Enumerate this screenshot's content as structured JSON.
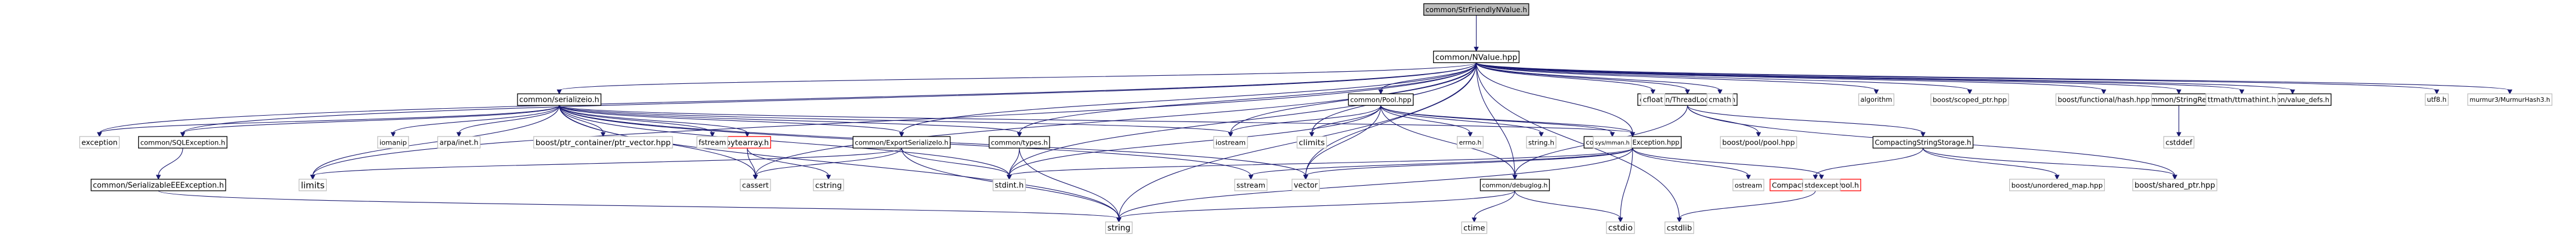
{
  "graph": {
    "nodes": [
      {
        "id": "n_root",
        "label": "common/StrFriendlyNValue.h",
        "kind": "root"
      },
      {
        "id": "n_nvalue",
        "label": "common/NValue.hpp",
        "kind": "doc"
      },
      {
        "id": "n_serializeio",
        "label": "common/serializeio.h",
        "kind": "doc"
      },
      {
        "id": "n_pool",
        "label": "common/Pool.hpp",
        "kind": "doc"
      },
      {
        "id": "n_tlp",
        "label": "common/ThreadLocalPool.h",
        "kind": "doc"
      },
      {
        "id": "n_strref",
        "label": "common/StringRef.h",
        "kind": "doc"
      },
      {
        "id": "n_valuedefs",
        "label": "common/value_defs.h",
        "kind": "doc"
      },
      {
        "id": "n_sqlexc",
        "label": "common/SQLException.h",
        "kind": "doc"
      },
      {
        "id": "n_bytearray",
        "label": "bytearray.h",
        "kind": "missing"
      },
      {
        "id": "n_exportser",
        "label": "common/ExportSerializeIo.h",
        "kind": "doc"
      },
      {
        "id": "n_types",
        "label": "common/types.h",
        "kind": "doc"
      },
      {
        "id": "n_fatal",
        "label": "common/FatalException.hpp",
        "kind": "doc"
      },
      {
        "id": "n_css",
        "label": "CompactingStringStorage.h",
        "kind": "doc"
      },
      {
        "id": "n_seee",
        "label": "common/SerializableEEException.h",
        "kind": "doc"
      },
      {
        "id": "n_debuglog",
        "label": "common/debuglog.h",
        "kind": "doc"
      },
      {
        "id": "n_csp",
        "label": "CompactingStringPool.h",
        "kind": "missing"
      },
      {
        "id": "n_exception",
        "label": "exception",
        "kind": "nodoc"
      },
      {
        "id": "n_iomanip",
        "label": "iomanip",
        "kind": "nodoc"
      },
      {
        "id": "n_arpa",
        "label": "arpa/inet.h",
        "kind": "nodoc"
      },
      {
        "id": "n_ptrcont",
        "label": "boost/ptr_container/ptr_vector.hpp",
        "kind": "nodoc"
      },
      {
        "id": "n_fstream",
        "label": "fstream",
        "kind": "nodoc"
      },
      {
        "id": "n_iostream",
        "label": "iostream",
        "kind": "nodoc"
      },
      {
        "id": "n_climits",
        "label": "climits",
        "kind": "nodoc"
      },
      {
        "id": "n_errno",
        "label": "errno.h",
        "kind": "nodoc"
      },
      {
        "id": "n_stringh",
        "label": "string.h",
        "kind": "nodoc"
      },
      {
        "id": "n_sysmman",
        "label": "sys/mman.h",
        "kind": "nodoc"
      },
      {
        "id": "n_cfloat",
        "label": "cfloat",
        "kind": "nodoc"
      },
      {
        "id": "n_cmath",
        "label": "cmath",
        "kind": "nodoc"
      },
      {
        "id": "n_algorithm",
        "label": "algorithm",
        "kind": "nodoc"
      },
      {
        "id": "n_scopedptr",
        "label": "boost/scoped_ptr.hpp",
        "kind": "nodoc"
      },
      {
        "id": "n_funchash",
        "label": "boost/functional/hash.hpp",
        "kind": "nodoc"
      },
      {
        "id": "n_ttmath",
        "label": "ttmath/ttmathint.h",
        "kind": "nodoc"
      },
      {
        "id": "n_utf8",
        "label": "utf8.h",
        "kind": "nodoc"
      },
      {
        "id": "n_murmur",
        "label": "murmur3/MurmurHash3.h",
        "kind": "nodoc"
      },
      {
        "id": "n_limits",
        "label": "limits",
        "kind": "nodoc"
      },
      {
        "id": "n_cassert",
        "label": "cassert",
        "kind": "nodoc"
      },
      {
        "id": "n_cstring",
        "label": "cstring",
        "kind": "nodoc"
      },
      {
        "id": "n_stdint",
        "label": "stdint.h",
        "kind": "nodoc"
      },
      {
        "id": "n_sstream",
        "label": "sstream",
        "kind": "nodoc"
      },
      {
        "id": "n_vector",
        "label": "vector",
        "kind": "nodoc"
      },
      {
        "id": "n_ostream",
        "label": "ostream",
        "kind": "nodoc"
      },
      {
        "id": "n_stdexcept",
        "label": "stdexcept",
        "kind": "nodoc"
      },
      {
        "id": "n_poolhpp",
        "label": "boost/pool/pool.hpp",
        "kind": "nodoc"
      },
      {
        "id": "n_unordmap",
        "label": "boost/unordered_map.hpp",
        "kind": "nodoc"
      },
      {
        "id": "n_sharedptr",
        "label": "boost/shared_ptr.hpp",
        "kind": "nodoc"
      },
      {
        "id": "n_cstddef",
        "label": "cstddef",
        "kind": "nodoc"
      },
      {
        "id": "n_cstdlib",
        "label": "cstdlib",
        "kind": "nodoc"
      },
      {
        "id": "n_string",
        "label": "string",
        "kind": "nodoc"
      },
      {
        "id": "n_ctime",
        "label": "ctime",
        "kind": "nodoc"
      },
      {
        "id": "n_cstdio",
        "label": "cstdio",
        "kind": "nodoc"
      }
    ],
    "edges": [
      [
        "n_root",
        "n_nvalue"
      ],
      [
        "n_nvalue",
        "n_serializeio"
      ],
      [
        "n_nvalue",
        "n_pool"
      ],
      [
        "n_nvalue",
        "n_tlp"
      ],
      [
        "n_nvalue",
        "n_strref"
      ],
      [
        "n_nvalue",
        "n_valuedefs"
      ],
      [
        "n_nvalue",
        "n_sqlexc"
      ],
      [
        "n_nvalue",
        "n_exportser"
      ],
      [
        "n_nvalue",
        "n_types"
      ],
      [
        "n_nvalue",
        "n_fatal"
      ],
      [
        "n_nvalue",
        "n_debuglog"
      ],
      [
        "n_nvalue",
        "n_exception"
      ],
      [
        "n_nvalue",
        "n_limits"
      ],
      [
        "n_nvalue",
        "n_iostream"
      ],
      [
        "n_nvalue",
        "n_climits"
      ],
      [
        "n_nvalue",
        "n_cfloat"
      ],
      [
        "n_nvalue",
        "n_cmath"
      ],
      [
        "n_nvalue",
        "n_algorithm"
      ],
      [
        "n_nvalue",
        "n_scopedptr"
      ],
      [
        "n_nvalue",
        "n_funchash"
      ],
      [
        "n_nvalue",
        "n_ttmath"
      ],
      [
        "n_nvalue",
        "n_utf8"
      ],
      [
        "n_nvalue",
        "n_murmur"
      ],
      [
        "n_nvalue",
        "n_cassert"
      ],
      [
        "n_nvalue",
        "n_stdint"
      ],
      [
        "n_nvalue",
        "n_string"
      ],
      [
        "n_nvalue",
        "n_vector"
      ],
      [
        "n_nvalue",
        "n_cstdlib"
      ],
      [
        "n_serializeio",
        "n_sqlexc"
      ],
      [
        "n_serializeio",
        "n_bytearray"
      ],
      [
        "n_serializeio",
        "n_exportser"
      ],
      [
        "n_serializeio",
        "n_types"
      ],
      [
        "n_serializeio",
        "n_fatal"
      ],
      [
        "n_serializeio",
        "n_exception"
      ],
      [
        "n_serializeio",
        "n_iomanip"
      ],
      [
        "n_serializeio",
        "n_arpa"
      ],
      [
        "n_serializeio",
        "n_ptrcont"
      ],
      [
        "n_serializeio",
        "n_fstream"
      ],
      [
        "n_serializeio",
        "n_iostream"
      ],
      [
        "n_serializeio",
        "n_limits"
      ],
      [
        "n_serializeio",
        "n_cassert"
      ],
      [
        "n_serializeio",
        "n_stdint"
      ],
      [
        "n_serializeio",
        "n_string"
      ],
      [
        "n_serializeio",
        "n_vector"
      ],
      [
        "n_serializeio",
        "n_sstream"
      ],
      [
        "n_sqlexc",
        "n_seee"
      ],
      [
        "n_seee",
        "n_string"
      ],
      [
        "n_bytearray",
        "n_cassert"
      ],
      [
        "n_bytearray",
        "n_cstring"
      ],
      [
        "n_exportser",
        "n_limits"
      ],
      [
        "n_exportser",
        "n_cassert"
      ],
      [
        "n_exportser",
        "n_stdint"
      ],
      [
        "n_exportser",
        "n_string"
      ],
      [
        "n_types",
        "n_stdint"
      ],
      [
        "n_types",
        "n_string"
      ],
      [
        "n_pool",
        "n_iostream"
      ],
      [
        "n_pool",
        "n_climits"
      ],
      [
        "n_pool",
        "n_errno"
      ],
      [
        "n_pool",
        "n_stringh"
      ],
      [
        "n_pool",
        "n_sysmman"
      ],
      [
        "n_pool",
        "n_fatal"
      ],
      [
        "n_pool",
        "n_vector"
      ],
      [
        "n_pool",
        "n_stdint"
      ],
      [
        "n_pool",
        "n_debuglog"
      ],
      [
        "n_fatal",
        "n_string"
      ],
      [
        "n_fatal",
        "n_sstream"
      ],
      [
        "n_fatal",
        "n_ostream"
      ],
      [
        "n_fatal",
        "n_stdexcept"
      ],
      [
        "n_fatal",
        "n_cstdio"
      ],
      [
        "n_fatal",
        "n_vector"
      ],
      [
        "n_fatal",
        "n_stdint"
      ],
      [
        "n_tlp",
        "n_poolhpp"
      ],
      [
        "n_tlp",
        "n_css"
      ],
      [
        "n_tlp",
        "n_sharedptr"
      ],
      [
        "n_tlp",
        "n_debuglog"
      ],
      [
        "n_css",
        "n_csp"
      ],
      [
        "n_css",
        "n_unordmap"
      ],
      [
        "n_css",
        "n_sharedptr"
      ],
      [
        "n_csp",
        "n_cstdlib"
      ],
      [
        "n_strref",
        "n_cstddef"
      ],
      [
        "n_debuglog",
        "n_string"
      ],
      [
        "n_debuglog",
        "n_ctime"
      ],
      [
        "n_debuglog",
        "n_cstdio"
      ]
    ]
  }
}
